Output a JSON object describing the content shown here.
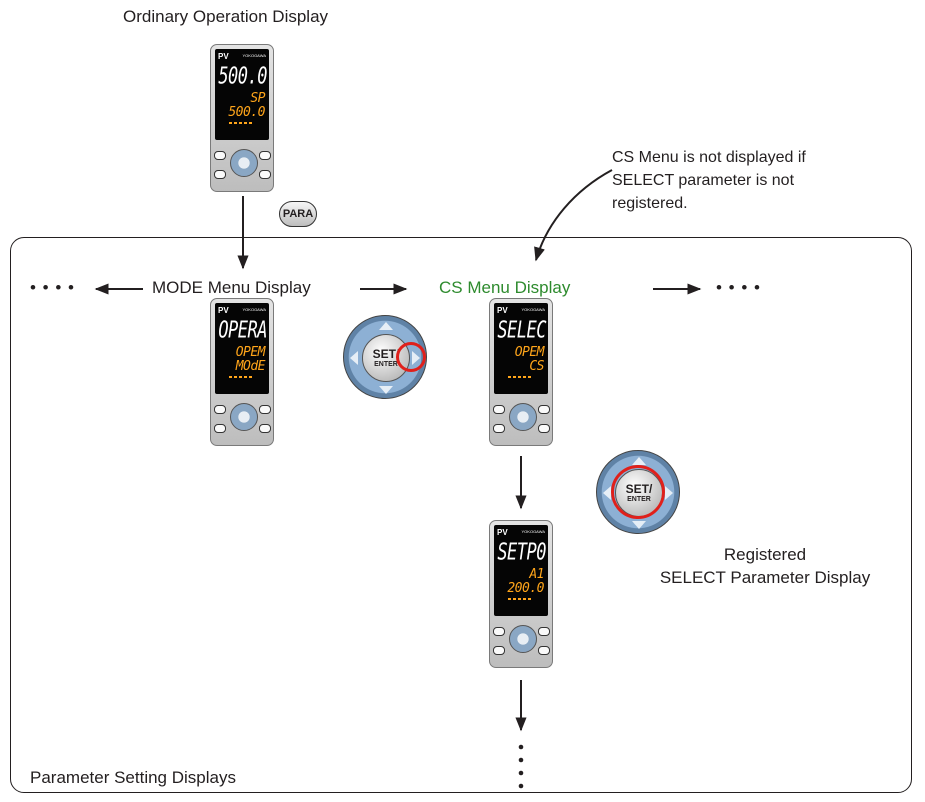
{
  "labels": {
    "ordinary": "Ordinary Operation Display",
    "para_key": "PARA",
    "mode_menu": "MODE Menu Display",
    "cs_menu": "CS Menu Display",
    "note": [
      "CS Menu is not displayed if",
      "SELECT parameter is not",
      "registered."
    ],
    "registered": [
      "Registered",
      "SELECT Parameter Display"
    ],
    "frame_title": "Parameter Setting Displays",
    "dots": "• • • •",
    "set_enter_top": "SET/",
    "set_enter_bottom": "ENTER"
  },
  "devices": {
    "ordinary": {
      "pv": "PV",
      "brand": "YOKOGAWA",
      "line1": "500.0",
      "line2": "SP",
      "line3": "500.0"
    },
    "mode": {
      "pv": "PV",
      "brand": "YOKOGAWA",
      "line1": "OPERA",
      "line2": "OPEM",
      "line3": "MOdE"
    },
    "cs": {
      "pv": "PV",
      "brand": "YOKOGAWA",
      "line1": "SELEC",
      "line2": "OPEM",
      "line3": "CS"
    },
    "select": {
      "pv": "PV",
      "brand": "YOKOGAWA",
      "line1": "SETP0",
      "line2": "A1",
      "line3": "200.0"
    }
  },
  "colors": {
    "cs_label": "#2e8b2e",
    "display_orange": "#ffa51a",
    "highlight_ring": "#e0201b",
    "pad_blue": "#7f9fc0"
  }
}
